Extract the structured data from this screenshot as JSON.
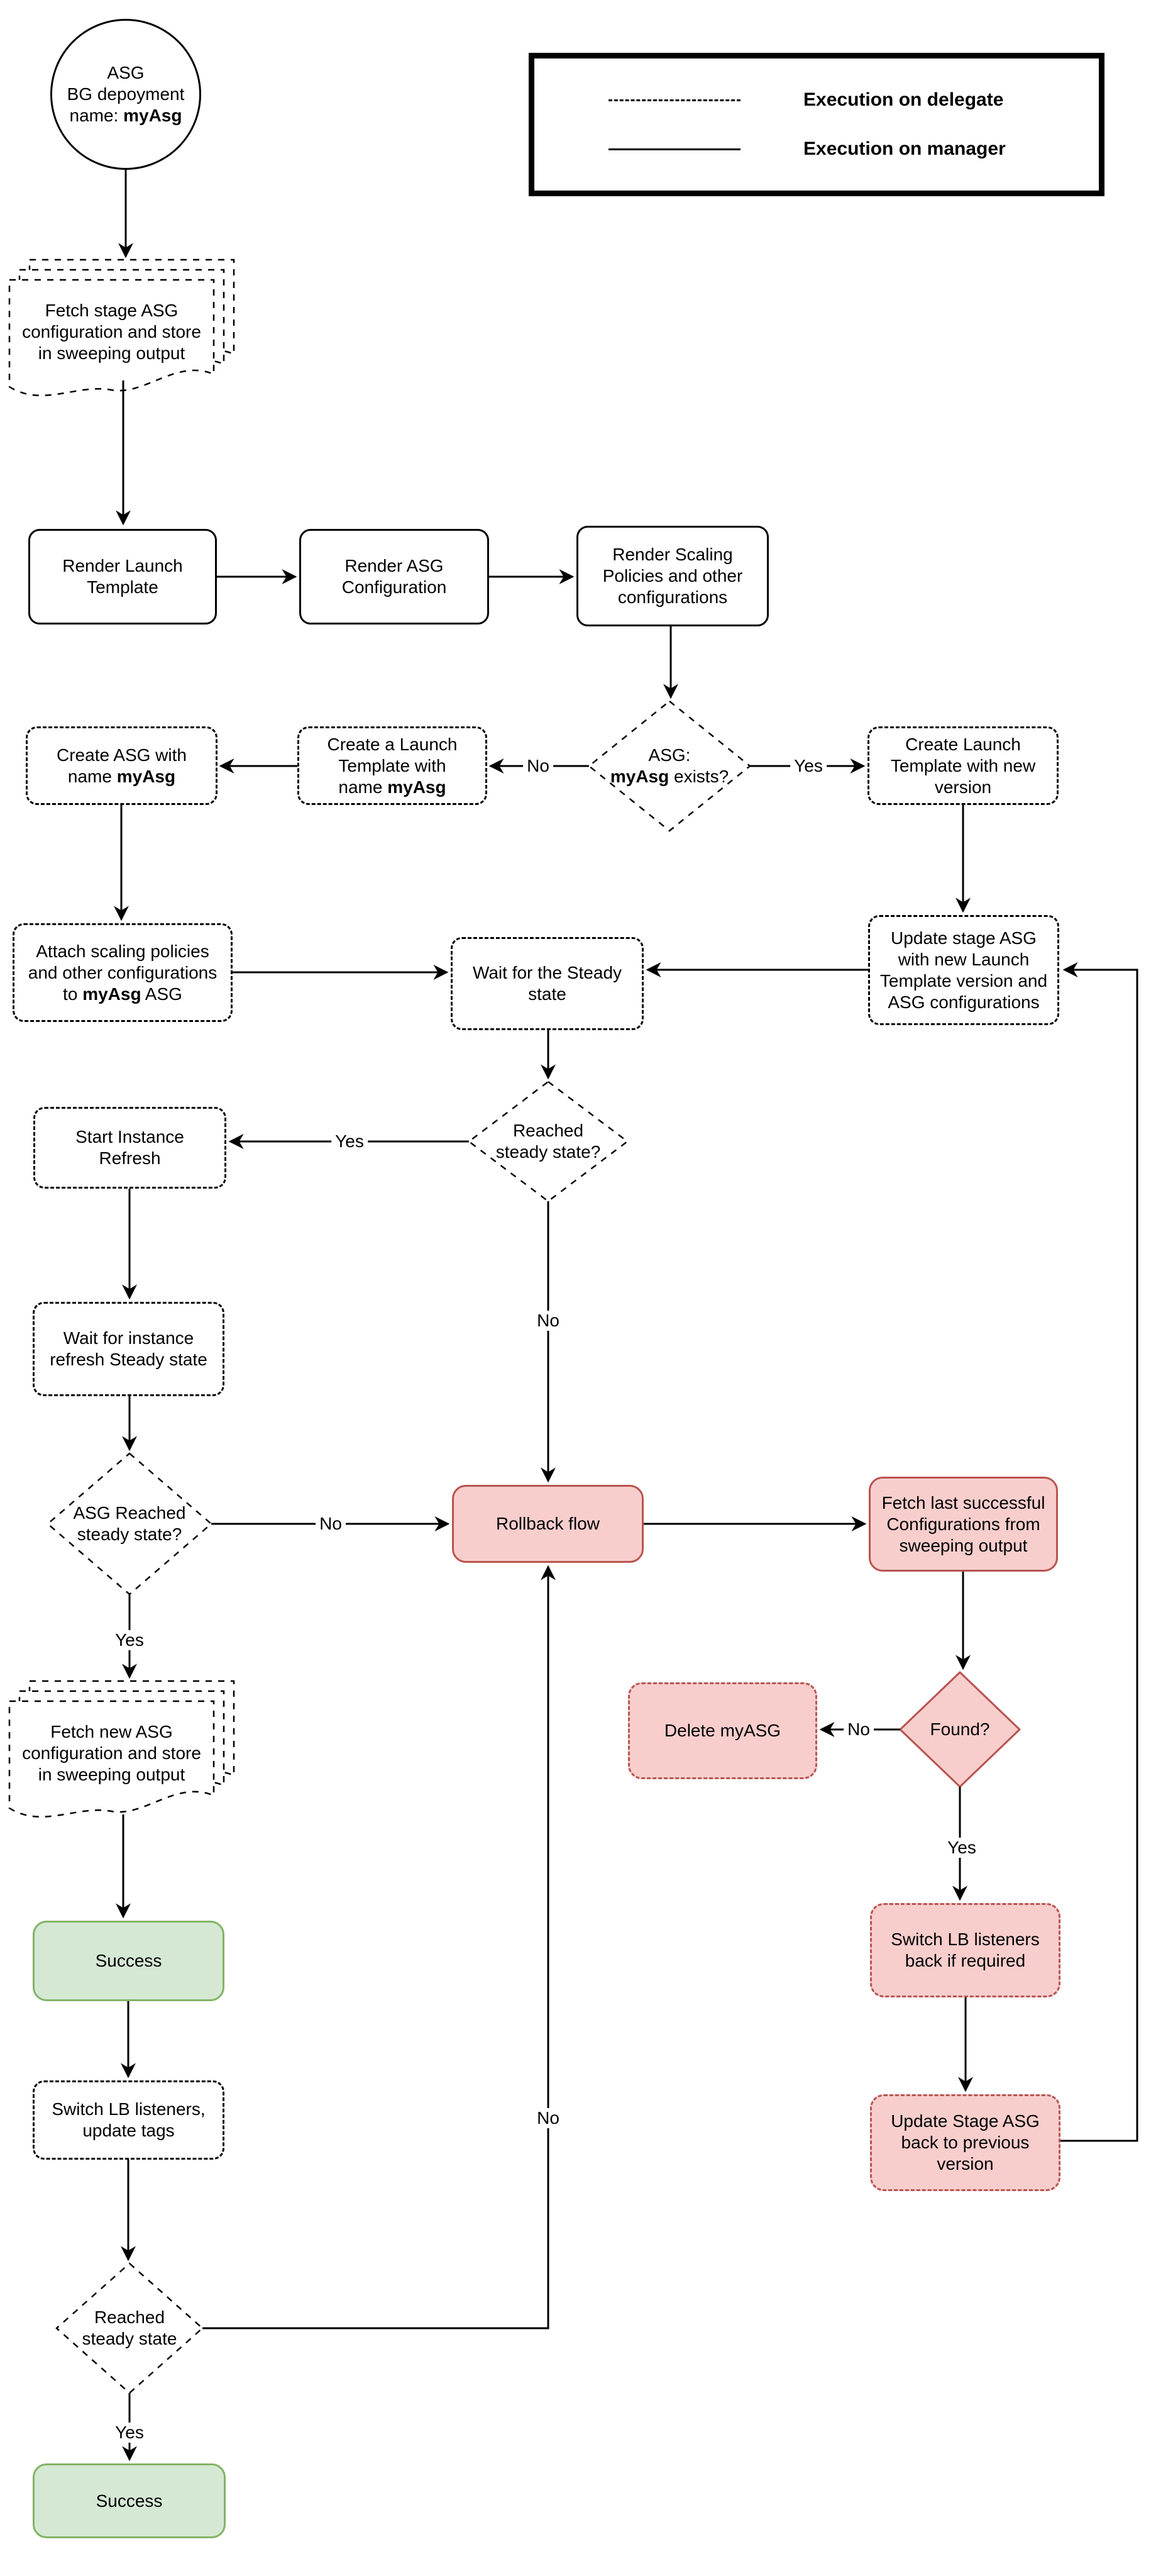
{
  "colors": {
    "red_fill": "#f8cecc",
    "red_stroke": "#b85450",
    "green_fill": "#d5e8d4",
    "green_stroke": "#82b366",
    "line": "#000000"
  },
  "start_node": {
    "l1": "ASG",
    "l2": "BG depoyment",
    "l3a": "name: ",
    "l3b": "myAsg"
  },
  "legend": {
    "delegate_label": "Execution on delegate",
    "manager_label": "Execution on manager"
  },
  "nodes": {
    "fetch_stage": "Fetch stage ASG\nconfiguration and store\nin sweeping output",
    "render_launch": "Render Launch\nTemplate",
    "render_asg_config": "Render ASG\nConfiguration",
    "render_scaling": "Render Scaling\nPolicies and other\nconfigurations",
    "asg_exists": {
      "l1": "ASG:",
      "l2a": "myAsg",
      "l2b": " exists?"
    },
    "create_launch_new": "Create Launch\nTemplate with new\nversion",
    "create_launch_myasg": {
      "l1": "Create a Launch",
      "l2": "Template with",
      "l3a": "name ",
      "l3b": "myAsg"
    },
    "create_asg": {
      "l1": "Create ASG with",
      "l2a": "name ",
      "l2b": "myAsg"
    },
    "attach_policies": {
      "l1": "Attach scaling policies",
      "l2": "and other configurations",
      "l3a": "to ",
      "l3b": "myAsg",
      "l3c": " ASG"
    },
    "wait_steady": "Wait for the Steady\nstate",
    "update_stage_asg": "Update stage ASG\nwith new Launch\nTemplate version and\nASG configurations",
    "reached_steady": "Reached\nsteady state?",
    "start_instance_refresh": "Start Instance\nRefresh",
    "wait_instance_refresh": "Wait for instance\nrefresh Steady state",
    "asg_reached": "ASG Reached\nsteady state?",
    "rollback": "Rollback flow",
    "fetch_last": "Fetch last successful\nConfigurations from\nsweeping output",
    "found": "Found?",
    "delete_myasg": "Delete myASG",
    "fetch_new": "Fetch new ASG\nconfiguration and store\nin sweeping output",
    "success1": "Success",
    "switch_lb": "Switch LB listeners,\nupdate tags",
    "switch_lb_back": "Switch LB listeners\nback if required",
    "update_stage_back": "Update Stage ASG\nback to previous\nversion",
    "reached_steady2": "Reached\nsteady state",
    "success2": "Success"
  },
  "edge_labels": {
    "exists_no": "No",
    "exists_yes": "Yes",
    "reached_yes": "Yes",
    "reached_no": "No",
    "asg_reached_no": "No",
    "asg_reached_yes": "Yes",
    "found_no": "No",
    "found_yes": "Yes",
    "steady2_yes": "Yes",
    "steady2_no": "No"
  }
}
